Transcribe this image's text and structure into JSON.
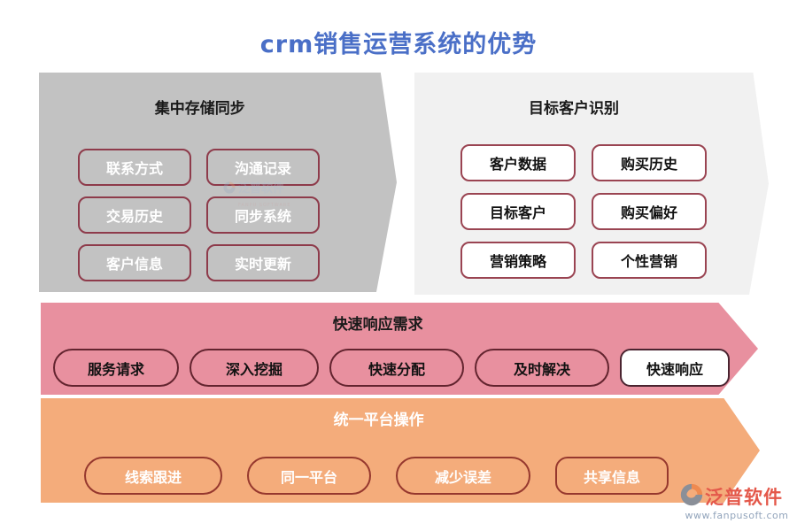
{
  "title": "crm销售运营系统的优势",
  "colors": {
    "title_blue": "#4a6fc7",
    "storage_block_bg": "#c2c2c2",
    "target_block_bg": "#f1f1f1",
    "response_banner_bg": "#e8909f",
    "platform_banner_bg": "#f4ac7b",
    "chip_border_maroon": "#8e3b4b",
    "logo_red": "#e4584a"
  },
  "sections": [
    {
      "id": "storage",
      "title": "集中存储同步",
      "items": [
        "联系方式",
        "沟通记录",
        "交易历史",
        "同步系统",
        "客户信息",
        "实时更新"
      ]
    },
    {
      "id": "target",
      "title": "目标客户识别",
      "items": [
        "客户数据",
        "购买历史",
        "目标客户",
        "购买偏好",
        "营销策略",
        "个性营销"
      ]
    },
    {
      "id": "response",
      "title": "快速响应需求",
      "items": [
        "服务请求",
        "深入挖掘",
        "快速分配",
        "及时解决",
        "快速响应"
      ]
    },
    {
      "id": "platform",
      "title": "统一平台操作",
      "items": [
        "线索跟进",
        "同一平台",
        "减少误差",
        "共享信息"
      ]
    }
  ],
  "watermark": {
    "brand": "泛普软件",
    "sub": "FANPU SOFTWARE"
  },
  "logo": {
    "brand": "泛普软件",
    "url_text": "www.fanpusoft.com"
  }
}
